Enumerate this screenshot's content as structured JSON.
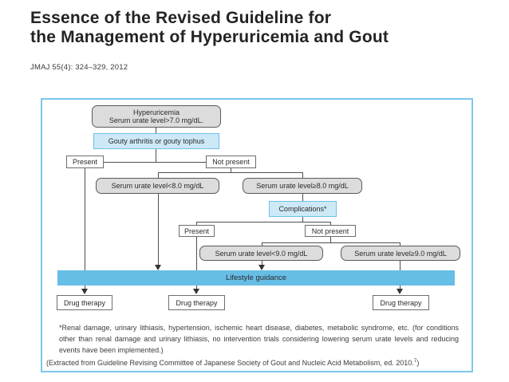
{
  "header": {
    "title_line1": "Essence of the Revised Guideline for",
    "title_line2": "the Management of Hyperuricemia and Gout",
    "citation": "JMAJ 55(4): 324–329, 2012"
  },
  "flowchart": {
    "nodes": {
      "hyperuricemia_line1": "Hyperuricemia",
      "hyperuricemia_line2": "Serum urate level>7.0 mg/dL.",
      "gouty": "Gouty arthritis or gouty tophus",
      "present_gouty": "Present",
      "not_present_gouty": "Not present",
      "urate_lt_8": "Serum urate level<8.0 mg/dL",
      "urate_ge_8": "Serum urate level≥8.0 mg/dL",
      "complications": "Complications*",
      "present_complications": "Present",
      "not_present_complications": "Not present",
      "urate_lt_9": "Serum urate level<9.0 mg/dL",
      "urate_ge_9": "Serum urate level≥9.0 mg/dL",
      "lifestyle_guidance": "Lifestyle guidance",
      "drug_therapy_left": "Drug therapy",
      "drug_therapy_middle": "Drug therapy",
      "drug_therapy_right": "Drug therapy"
    },
    "footnote": "*Renal damage, urinary lithiasis, hypertension, ischemic heart disease, diabetes, metabolic syndrome, etc. (for conditions other than renal damage and urinary lithiasis, no intervention trials considering lowering serum urate levels and reducing events have been implemented.)",
    "source_prefix": "(Extracted from Guideline Revising Committee of Japanese Society of Gout and Nucleic Acid Metabolism, ed. 2010.",
    "source_ref": "7",
    "source_suffix": ")"
  },
  "colors": {
    "accent_blue": "#66bee6",
    "light_blue_fill": "#cde9f7",
    "border_blue": "#7cc6ea",
    "gray_fill": "#dcdcdc"
  }
}
